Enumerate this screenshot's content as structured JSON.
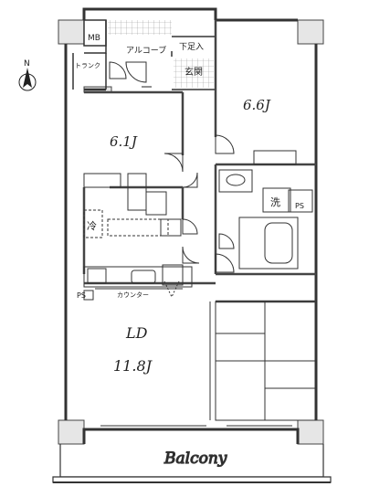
{
  "compass": {
    "north": "N"
  },
  "rooms": {
    "mb": "MB",
    "alcove": "アルコーブ",
    "shoe_rack": "下足入",
    "trunk": "トランク",
    "entrance": "玄関",
    "bedroom_right": "6.6J",
    "bedroom_left": "6.1J",
    "fridge": "冷",
    "washer": "洗",
    "ps_right": "PS",
    "ps_left": "PS",
    "counter": "カウンター",
    "ld_label": "LD",
    "ld_size": "11.8J",
    "balcony": "Balcony"
  },
  "colors": {
    "wall": "#555555",
    "structure": "#e6e6e6",
    "line": "#222222",
    "dashed": "#333333"
  }
}
